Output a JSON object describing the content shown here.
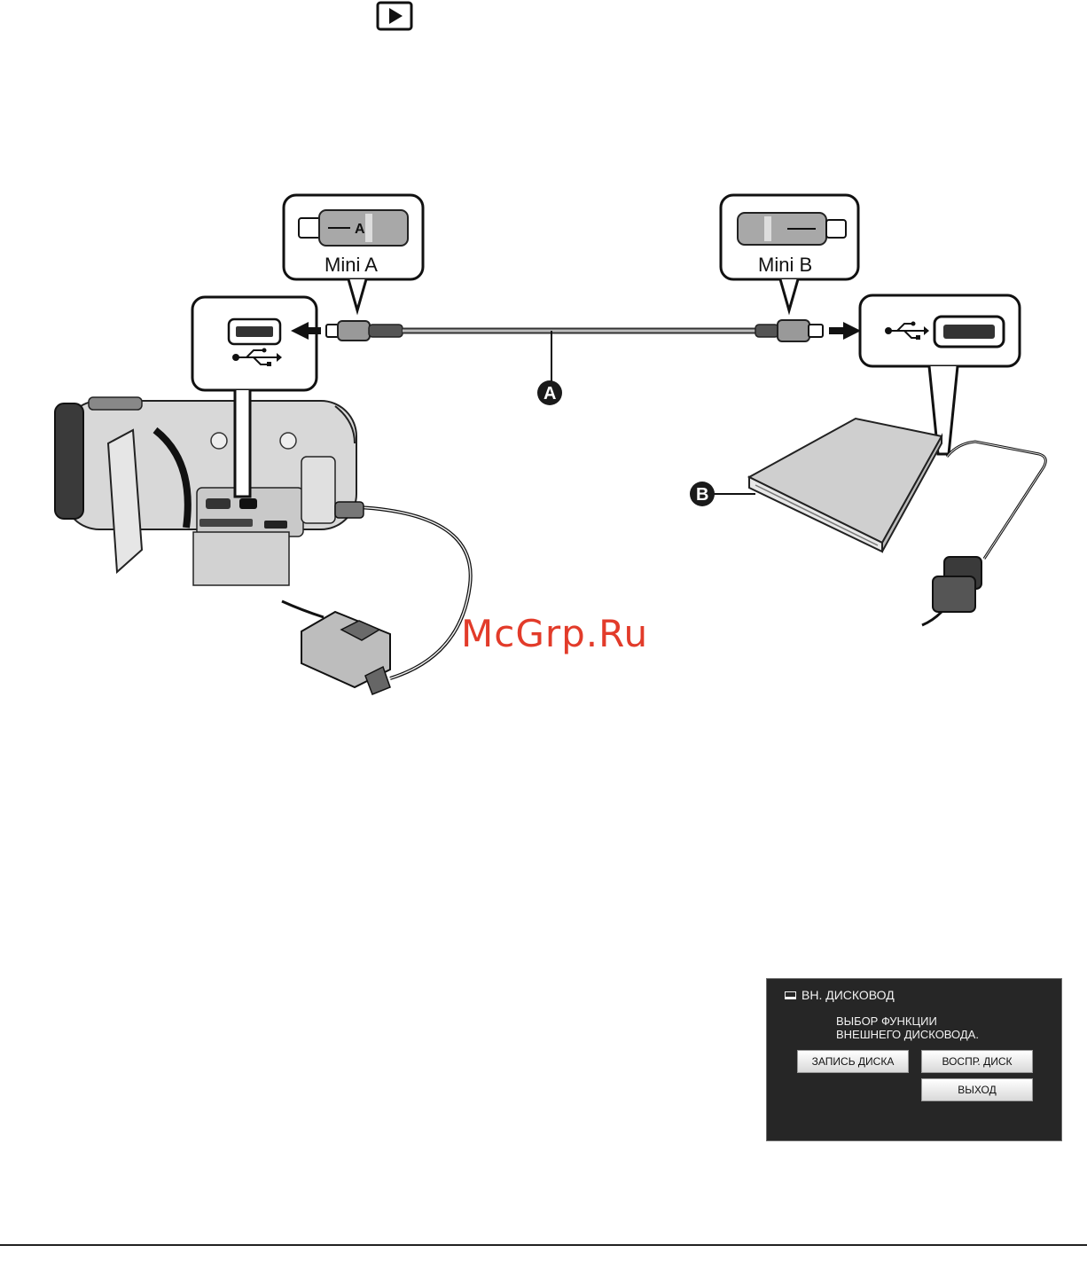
{
  "diagram": {
    "connector_a_label": "Mini A",
    "connector_b_label": "Mini B",
    "marker_cable": "A",
    "marker_drive": "B"
  },
  "watermark": "McGrp.Ru",
  "menu": {
    "title": "ВН. ДИСКОВОД",
    "message_line1": "ВЫБОР ФУНКЦИИ",
    "message_line2": "ВНЕШНЕГО ДИСКОВОДА.",
    "button_write": "ЗАПИСЬ ДИСКА",
    "button_play": "ВОСПР. ДИСК",
    "button_exit": "ВЫХОД"
  },
  "colors": {
    "marker_fill": "#1a1a1a",
    "watermark": "#e23b2a",
    "menu_background": "#262626"
  },
  "icons": [
    "play-icon",
    "usb-icon",
    "drive-icon"
  ]
}
